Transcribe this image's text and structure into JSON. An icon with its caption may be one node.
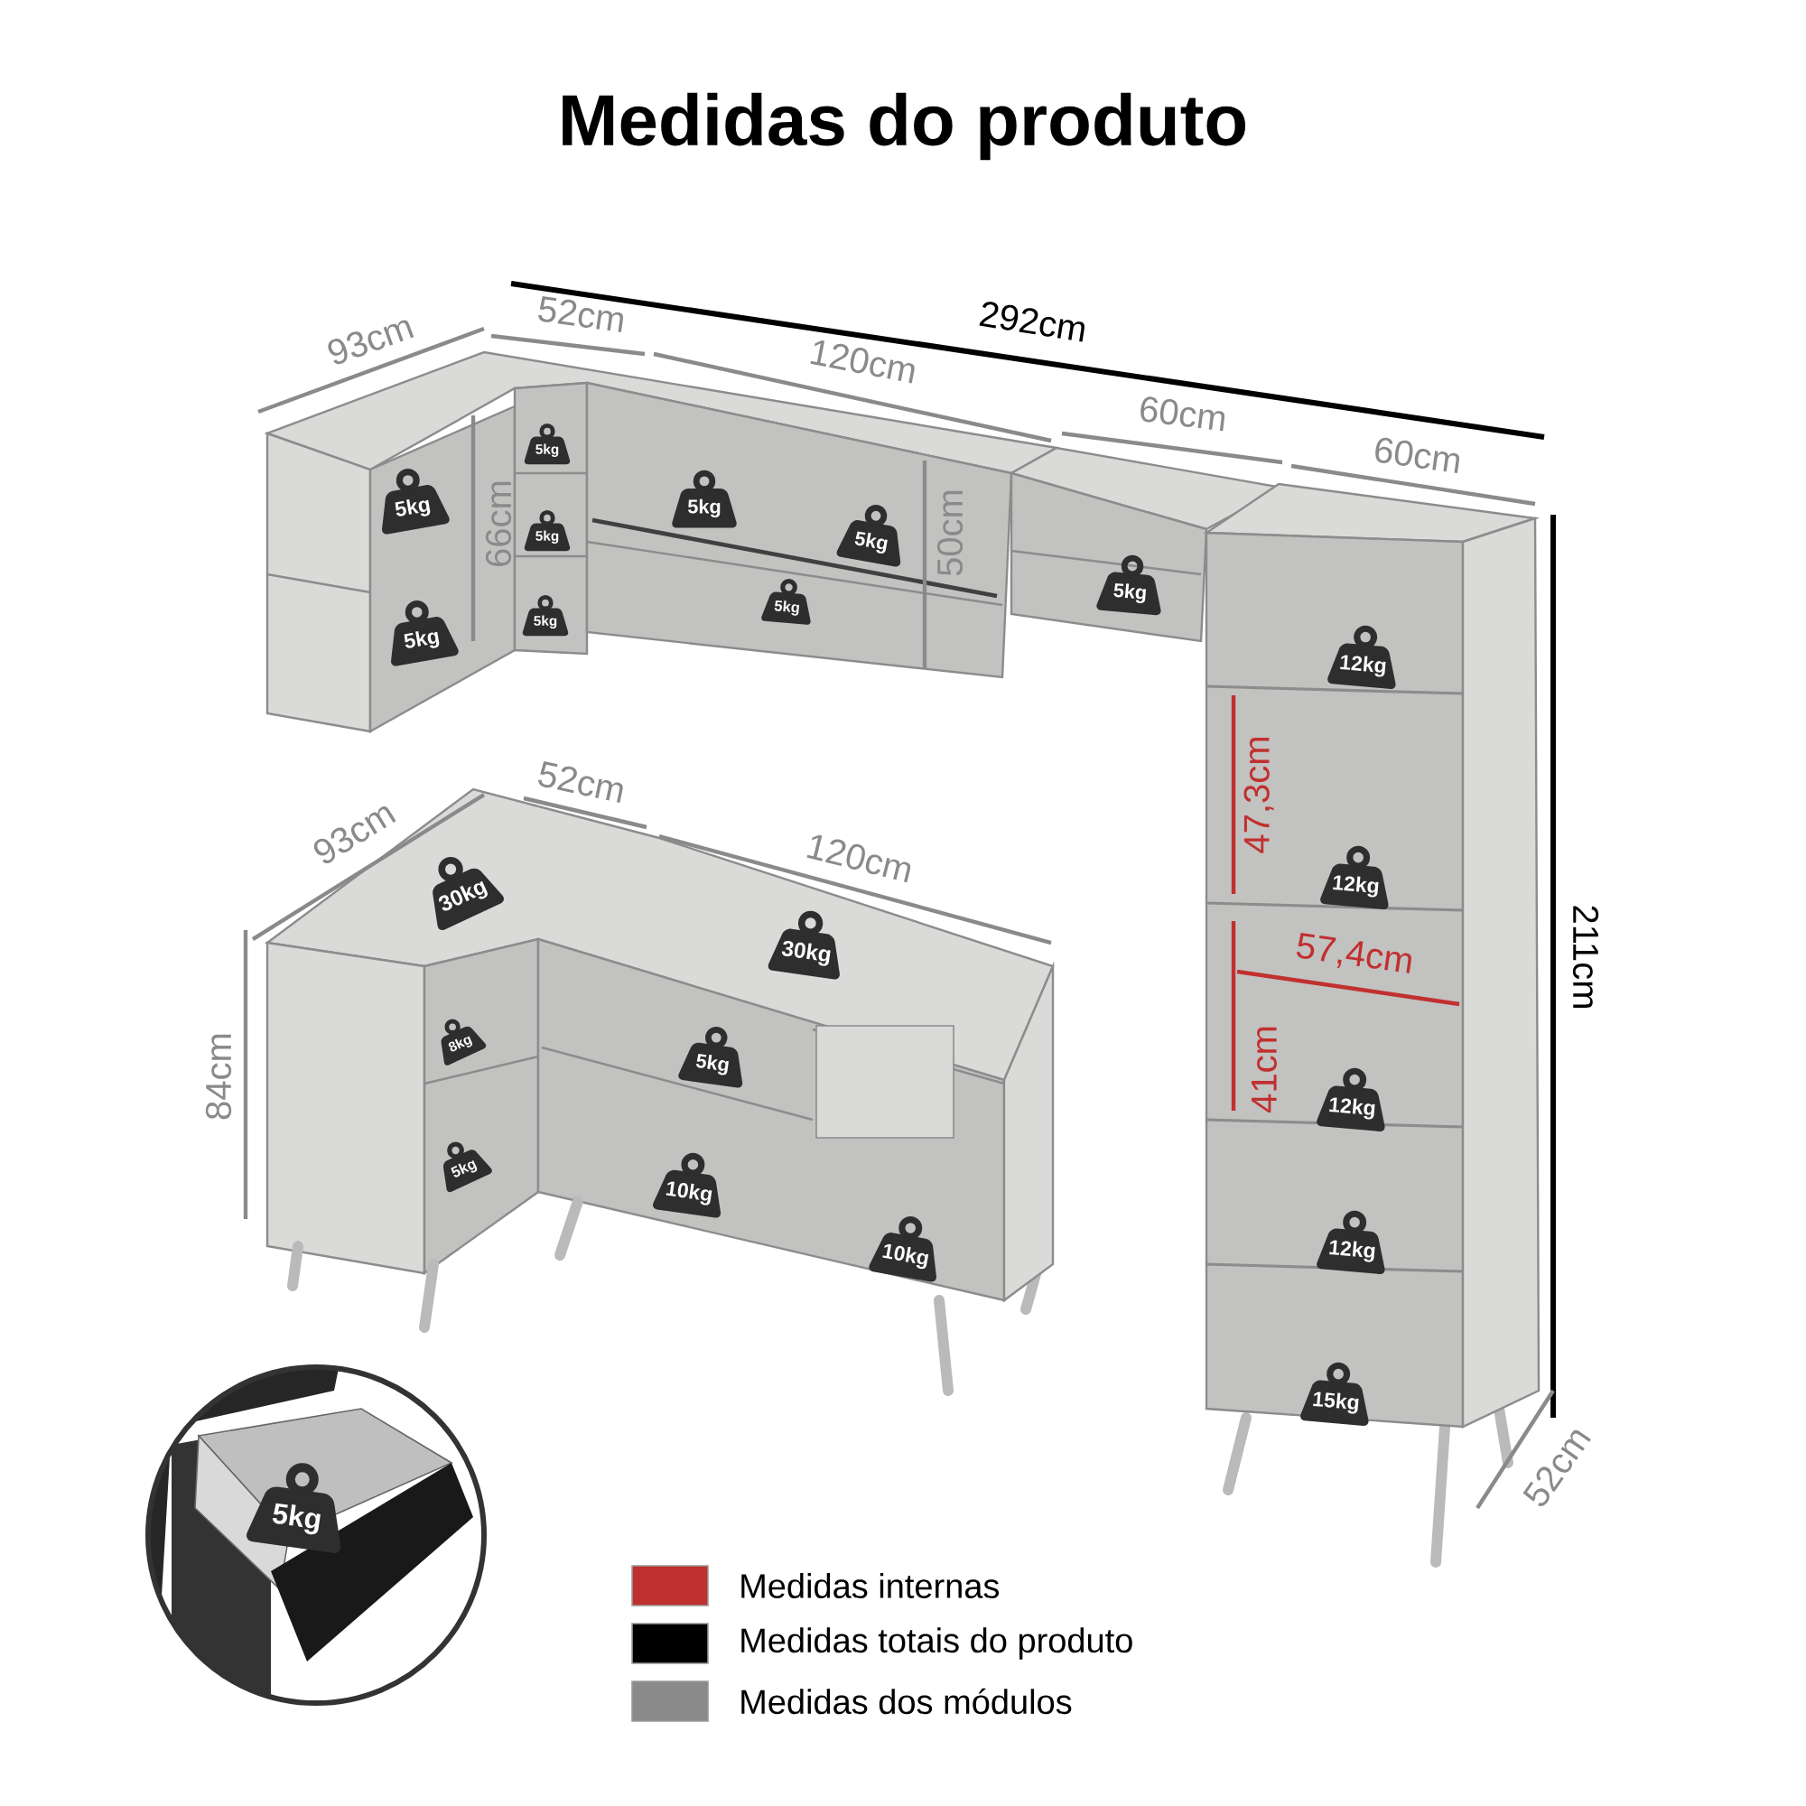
{
  "diagram": {
    "title": "Medidas do produto",
    "labels": [
      "93cm",
      "52cm",
      "292cm",
      "120cm",
      "60cm",
      "60cm",
      "5kg",
      "66cm",
      "5kg",
      "5kg",
      "5kg",
      "50cm",
      "5kg",
      "5kg",
      "5kg",
      "5kg",
      "5kg",
      "12kg",
      "47,3cm",
      "52cm",
      "93cm",
      "120cm",
      "12kg",
      "211cm",
      "30kg",
      "30kg",
      "57,4cm",
      "8kg",
      "5kg",
      "84cm",
      "41cm",
      "12kg",
      "5kg",
      "10kg",
      "10kg",
      "12kg",
      "15kg",
      "52cm",
      "5kg"
    ],
    "legend": [
      {
        "text": "Medidas internas",
        "color": "#c0302f"
      },
      {
        "text": "Medidas totais do produto",
        "color": "#000000"
      },
      {
        "text": "Medidas dos módulos",
        "color": "#8a8a8a"
      }
    ]
  }
}
